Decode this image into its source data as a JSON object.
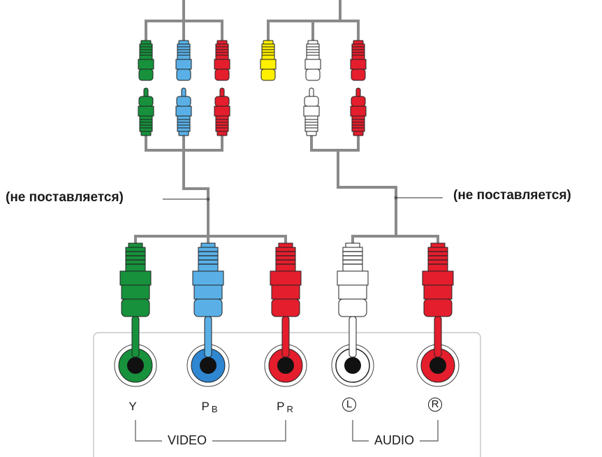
{
  "callouts": {
    "left": "(не поставляется)",
    "right": "(не поставляется)"
  },
  "ports": [
    {
      "id": "y",
      "label": "Y",
      "sub": "",
      "color": "#17913c",
      "circled": false
    },
    {
      "id": "pb",
      "label": "P",
      "sub": "B",
      "color": "#2f86d1",
      "circled": false
    },
    {
      "id": "pr",
      "label": "P",
      "sub": "R",
      "color": "#e41e2d",
      "circled": false
    },
    {
      "id": "l",
      "label": "L",
      "sub": "",
      "color": "#ffffff",
      "circled": true
    },
    {
      "id": "r",
      "label": "R",
      "sub": "",
      "color": "#e41e2d",
      "circled": true
    }
  ],
  "groups": {
    "video": "VIDEO",
    "audio": "AUDIO"
  },
  "colors": {
    "green": "#17913c",
    "blue": "#5ab0e6",
    "red": "#e41e2d",
    "yellow": "#fff000",
    "white": "#ffffff",
    "cable": "#8a8a8a",
    "panel": "#c8c8c8"
  }
}
